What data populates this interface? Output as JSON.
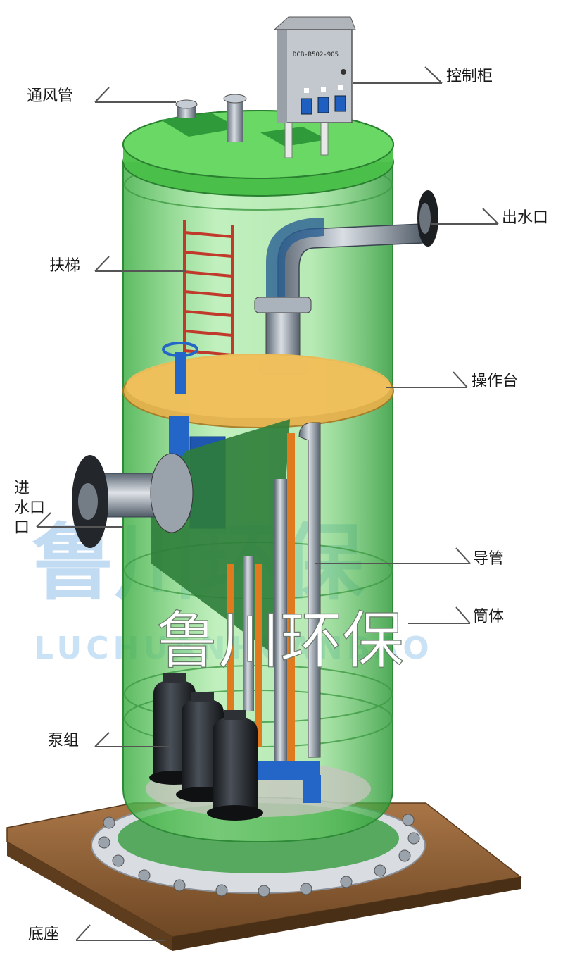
{
  "watermark": {
    "brand_cn": "鲁川环保",
    "brand_en": "LUCHUANHUANBAO",
    "brand_front": "鲁川环保"
  },
  "cabinet": {
    "model": "DCB-R502-905"
  },
  "labels": {
    "vent_pipe": "通风管",
    "control_cabinet": "控制柜",
    "outlet": "出水口",
    "ladder": "扶梯",
    "platform": "操作台",
    "inlet_1": "进",
    "inlet_2": "水口",
    "inlet_3": "口",
    "guide_pipe": "导管",
    "cylinder": "筒体",
    "pump_set": "泵组",
    "base": "底座"
  },
  "colors": {
    "tank": "#5fd35a",
    "platform": "#e8b04a",
    "base": "#9a6a3c",
    "pipe": "#8a96a4",
    "pump": "#2a2e33",
    "blue": "#2466c8",
    "ladder": "#c0392b"
  }
}
